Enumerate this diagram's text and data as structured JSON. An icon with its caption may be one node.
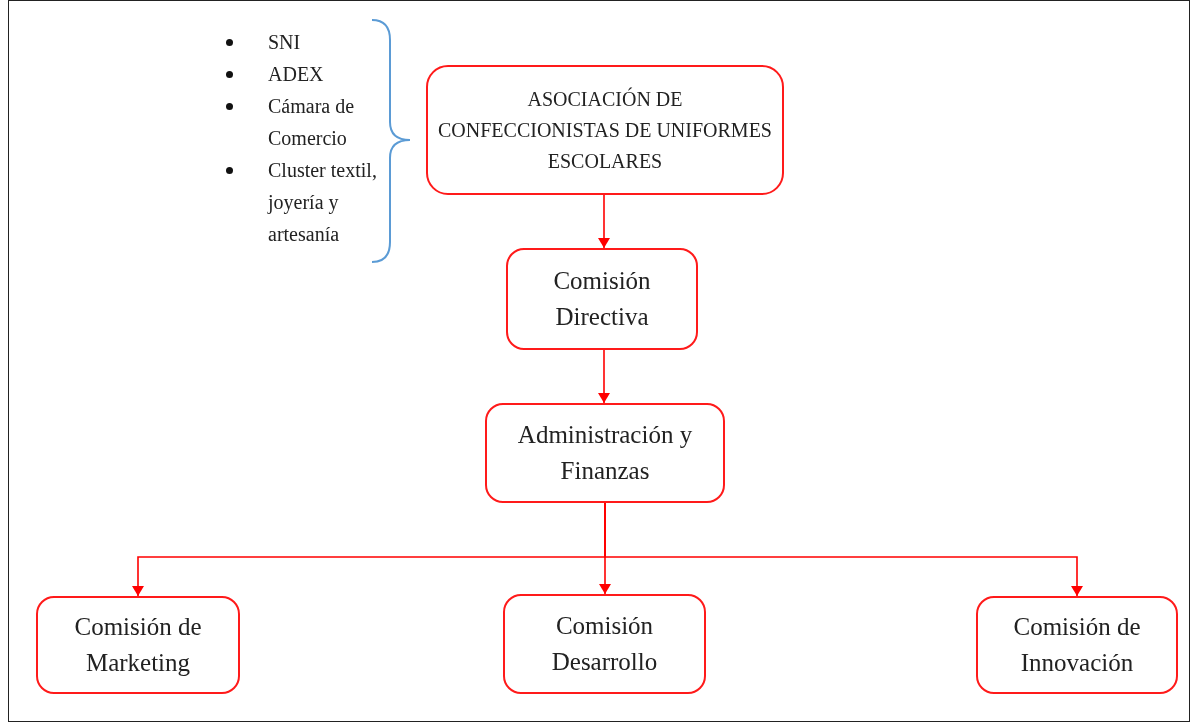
{
  "diagram": {
    "nodes": [
      {
        "text": [
          "ASOCIACIÓN DE CONFECCIONISTAS DE UNIFORMES ESCOLARES"
        ]
      },
      {
        "text": [
          "Comisión Directiva"
        ]
      },
      {
        "text": [
          "Administración y Finanzas"
        ]
      },
      {
        "text": [
          "Comisión de Marketing"
        ]
      },
      {
        "text": [
          "Comisión Desarrollo"
        ]
      },
      {
        "text": [
          "Comisión de Innovación"
        ]
      }
    ],
    "edges": [
      {
        "from": 0,
        "to": 1,
        "arrow": "to"
      },
      {
        "from": 1,
        "to": 2,
        "arrow": "to"
      },
      {
        "from": 2,
        "to": 3,
        "arrow": "to"
      },
      {
        "from": 2,
        "to": 4,
        "arrow": "to"
      },
      {
        "from": 2,
        "to": 5,
        "arrow": "to"
      }
    ],
    "labels": [
      "SNI",
      "ADEX",
      "Cámara de Comercio",
      "Cluster textil, joyería y artesanía"
    ]
  }
}
